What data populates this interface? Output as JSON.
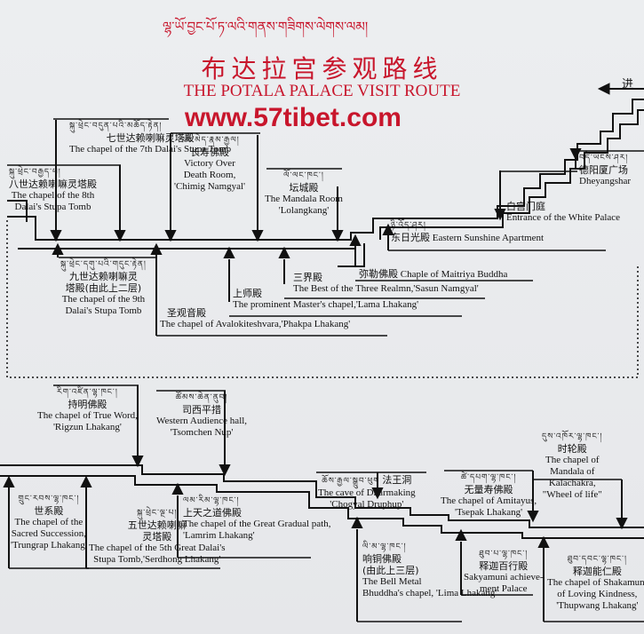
{
  "header": {
    "tibetan_title": "ལྷ་ཡོ་བྱང་པོ་ཏ་ལའི་གནས་གཟིགས་ལེགས་ལམ།",
    "chinese_title": "布达拉宫参观路线",
    "english_title": "THE POTALA PALACE VISIT ROUTE",
    "website": "www.57tibet.com",
    "entry_char": "进"
  },
  "colors": {
    "accent": "#c8162c",
    "line": "#111111"
  },
  "top_route": [
    {
      "id": "dheyangshar",
      "tib": "བདེ་ཡངས་ཤར།",
      "cn": "德阳厦广场",
      "en": [
        "Dheyangshar"
      ]
    },
    {
      "id": "white-palace",
      "tib": "",
      "cn": "白宫门庭",
      "en": [
        "Entrance of the White Palace"
      ]
    },
    {
      "id": "eastern-sunshine",
      "tib": "ཉི་འོད་ཤར།",
      "cn": "东日光殿",
      "en": [
        "Eastern Sunshine Apartment"
      ]
    },
    {
      "id": "maitriya",
      "tib": "",
      "cn": "弥勒佛殿",
      "en": [
        "Chaple of Maitriya Buddha"
      ]
    },
    {
      "id": "three-realm",
      "tib": "",
      "cn": "三界殿",
      "en": [
        "The Best of the Three Realmn,'Sasun Namgyal'"
      ]
    },
    {
      "id": "mandala",
      "tib": "ལོ་ལང་ཁང་།",
      "cn": "坛城殿",
      "en": [
        "The Mandala Room",
        "'Lolangkang'"
      ]
    },
    {
      "id": "lama-lhakang",
      "tib": "",
      "cn": "上师殿",
      "en": [
        "The prominent Master's chapel,'Lama Lhakang'"
      ]
    },
    {
      "id": "death-room",
      "tib": "འཆི་མེད་རྣམ་རྒྱལ།",
      "cn": "长寿佛殿",
      "en": [
        "Victory Over",
        "Death Room,",
        "'Chimig Namgyal'"
      ]
    },
    {
      "id": "phakpa",
      "tib": "",
      "cn": "圣观音殿",
      "en": [
        "The chapel of Avalokiteshvara,'Phakpa Lhakang'"
      ]
    },
    {
      "id": "7th-dalai",
      "tib": "སྐུ་ཕྲེང་བདུན་པའི་མཆོད་རྟེན།",
      "cn": "七世达赖喇嘛灵塔殿",
      "en": [
        "The chapel of the 7th Dalai's Stupa Tomb"
      ]
    },
    {
      "id": "8th-dalai",
      "tib": "སྐུ་ཕྲེང་བརྒྱད་པ།",
      "cn": "八世达赖喇嘛灵塔殿",
      "en": [
        "The chapel of the 8th",
        "Dalai's Stupa Tomb"
      ]
    },
    {
      "id": "9th-dalai",
      "tib": "སྐུ་ཕྲེང་དགུ་པའི་གདུང་རྟེན།",
      "cn": "九世达赖喇嘛灵",
      "cn2": "塔殿(由此上二层)",
      "en": [
        "The chapel of the 9th",
        "Dalai's Stupa Tomb"
      ]
    }
  ],
  "bottom_route": [
    {
      "id": "rigzun",
      "tib": "རིག་འཛིན་ལྷ་ཁང་།",
      "cn": "持明佛殿",
      "en": [
        "The chapel of True Word,",
        "'Rigzun Lhakang'"
      ]
    },
    {
      "id": "tsomchen",
      "tib": "ཚོམས་ཆེན་ནུབ།",
      "cn": "司西平措",
      "en": [
        "Western Audience hall,",
        "'Tsomchen Nup'"
      ]
    },
    {
      "id": "trungrap",
      "tib": "གྲུང་རབས་ལྷ་ཁང་།",
      "cn": "世系殿",
      "en": [
        "The chapel of the",
        "Sacred Succession,",
        "'Trungrap Lhakang'"
      ]
    },
    {
      "id": "5th-dalai",
      "tib": "སྐུ་ཕྲེང་ལྔ་པ།",
      "cn": "五世达赖喇嘛",
      "cn2": "灵塔殿",
      "en": [
        "The chapel of the 5th Great Dalai's",
        "Stupa Tomb,'Serdhong Lhakang'"
      ]
    },
    {
      "id": "lamrim",
      "tib": "ལམ་རིམ་ལྷ་ཁང་།",
      "cn": "上天之道佛殿",
      "en": [
        "The chapel of the Great Gradual path,",
        "'Lamrim Lhakang'"
      ]
    },
    {
      "id": "chogyal",
      "tib": "ཆོས་རྒྱལ་སྒྲུབ་ཕུག",
      "cn": "法王洞",
      "en": [
        "The cave of Dharmaking",
        "'Chogyal Druphup'"
      ]
    },
    {
      "id": "lima",
      "tib": "ལི་མ་ལྷ་ཁང་།",
      "cn": "响铜佛殿",
      "cn2": "(由此上三层)",
      "en": [
        "The Bell Metal",
        "Bhuddha's chapel, 'Lima Lhakang'"
      ]
    },
    {
      "id": "amitayus",
      "tib": "ཚེ་དཔག་ལྷ་ཁང་།",
      "cn": "无量寿佛殿",
      "en": [
        "The chapel of Amitayus,",
        "'Tsepak Lhakang'"
      ]
    },
    {
      "id": "sakyamuni",
      "tib": "ཐུབ་པ་ལྷ་ཁང་།",
      "cn": "释迦百行殿",
      "en": [
        "Sakyamuni achieve-",
        "ment Palace"
      ]
    },
    {
      "id": "kalachakra",
      "tib": "དུས་འཁོར་ལྷ་ཁང་།",
      "cn": "时轮殿",
      "en": [
        "The chapel of",
        "Mandala of",
        "Kalachakra,",
        "\"Wheel of life\""
      ]
    },
    {
      "id": "thupwang",
      "tib": "ཐུབ་དབང་ལྷ་ཁང་།",
      "cn": "释迦能仁殿",
      "en": [
        "The chapel of Shakamuni",
        "of Loving Kindness,",
        "'Thupwang Lhakang'"
      ]
    }
  ]
}
